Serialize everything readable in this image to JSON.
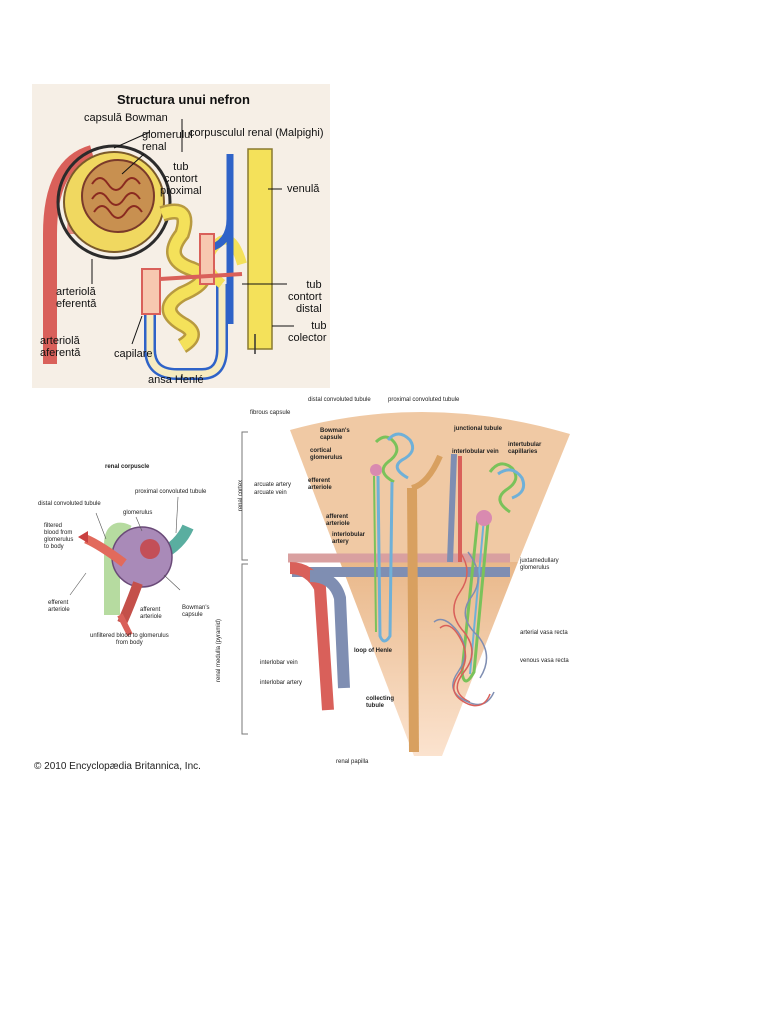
{
  "figure1": {
    "title": "Structura unui nefron",
    "labels": {
      "capsula": "capsulă Bowman",
      "glomerul": "glomerulul\nrenal",
      "corpuscul": "corpusculul renal (Malpighi)",
      "tub_proximal": "tub\ncontort\nproximal",
      "venula": "venulă",
      "arteriola_eferenta": "arteriolă\neferentă",
      "tub_distal": "tub\ncontort\ndistal",
      "tub_colector": "tub\ncolector",
      "arteriola_aferenta": "arteriolă\naferentă",
      "capilare": "capilare",
      "ansa": "ansa Henlé"
    }
  },
  "figure2": {
    "title": "renal corpuscle",
    "labels": {
      "distal": "distal convoluted tubule",
      "proximal": "proximal convoluted tubule",
      "glomerulus": "glomerulus",
      "filtered": "filtered\nblood from\nglomerulus\nto body",
      "efferent": "efferent\narteriole",
      "afferent": "afferent\narteriole",
      "bowman": "Bowman's\ncapsule",
      "unfiltered": "unfiltered blood to glomerulus\nfrom body"
    }
  },
  "figure3": {
    "labels": {
      "distal": "distal convoluted tubule",
      "proximal": "proximal convoluted tubule",
      "fibrous": "fibrous capsule",
      "bowman": "Bowman's\ncapsule",
      "cortical": "cortical\nglomerulus",
      "efferent": "efferent\narteriole",
      "junctional": "junctional tubule",
      "interlobular_vein": "interlobular vein",
      "intertubular": "intertubular\ncapillaries",
      "renal_cortex": "renal cortex",
      "arcuate_artery": "arcuate artery",
      "arcuate_vein": "arcuate vein",
      "afferent": "afferent\narteriole",
      "interlobular_artery": "interlobular\nartery",
      "juxtamedullary": "juxtamedullary\nglomerulus",
      "renal_medulla": "renal medulla (pyramid)",
      "arterial_vasa": "arterial vasa recta",
      "venous_vasa": "venous vasa recta",
      "loop": "loop of Henle",
      "interlobar_vein": "interlobar vein",
      "interlobar_artery": "interlobar artery",
      "collecting": "collecting\ntubule",
      "papilla": "renal papilla"
    }
  },
  "copyright": "© 2010 Encyclopædia Britannica, Inc.",
  "colors": {
    "artery": "#d9605a",
    "vein": "#2f63c8",
    "tubule_yellow": "#f4e15a",
    "cortex": "#f0c9a4",
    "medulla": "#e9b88a",
    "green_tubule": "#7ac25a",
    "blue_tubule": "#6fb0d8"
  }
}
